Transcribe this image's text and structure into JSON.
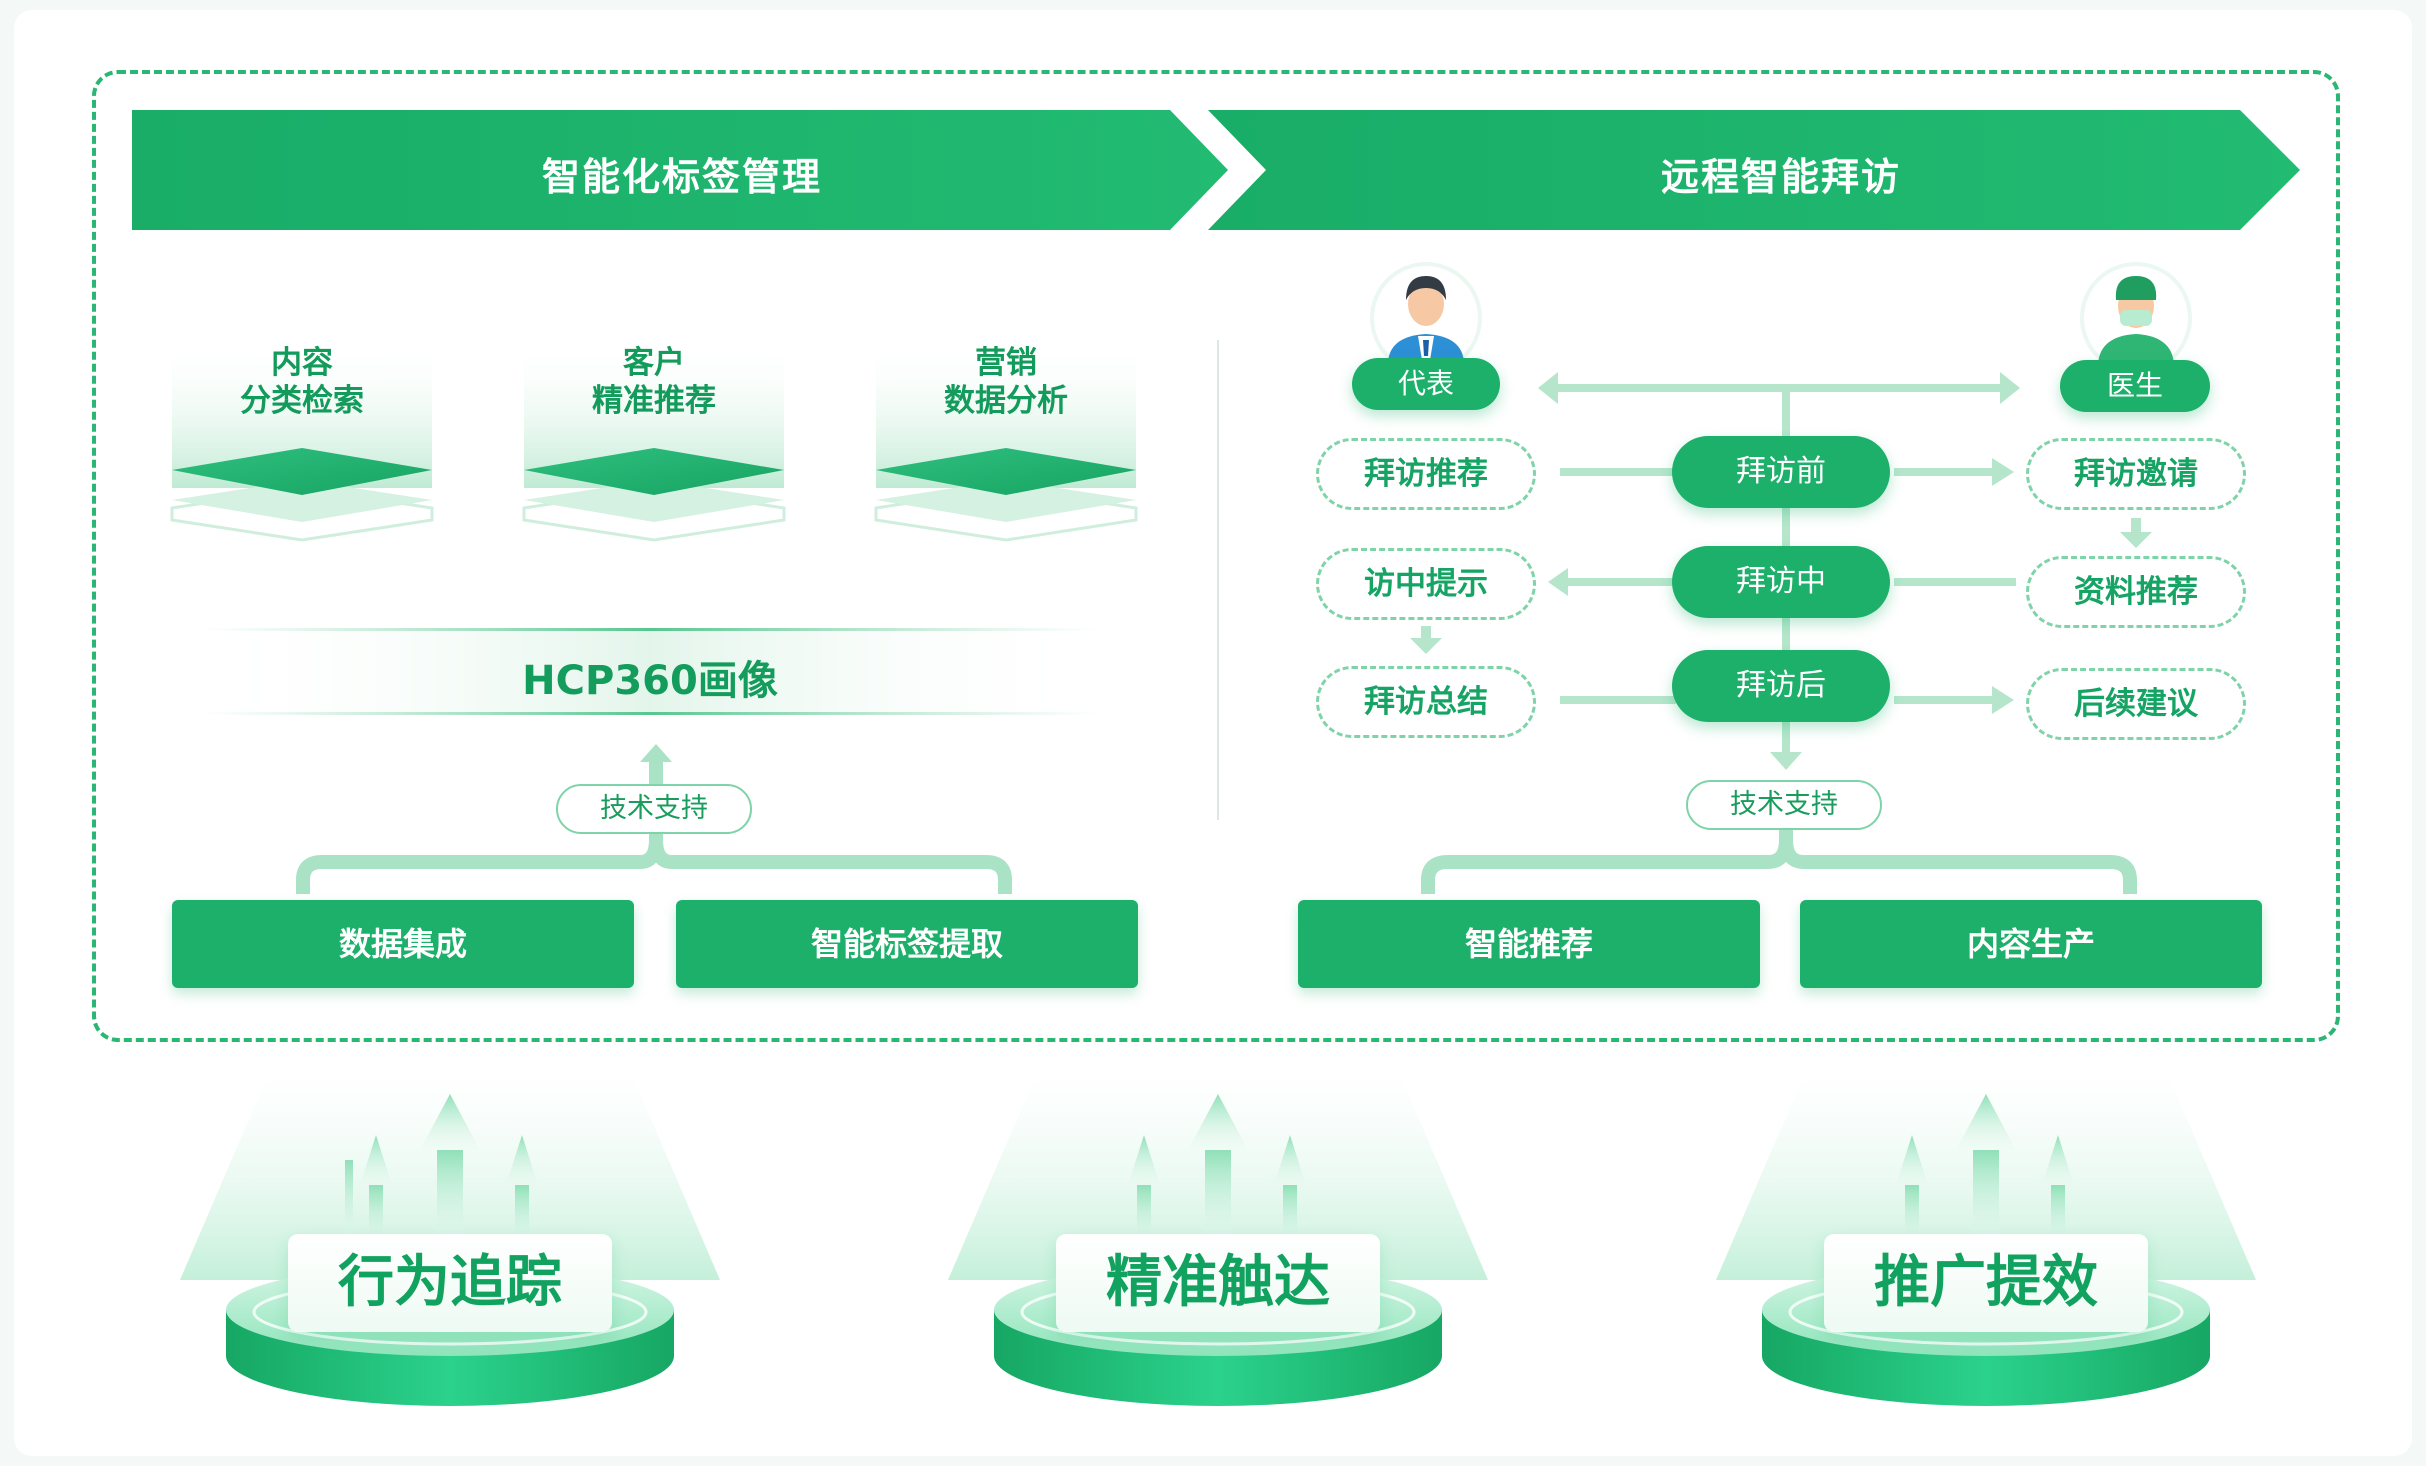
{
  "banners": {
    "left": "智能化标签管理",
    "right": "远程智能拜访"
  },
  "left_panel": {
    "layers": [
      {
        "line1": "内容",
        "line2": "分类检索"
      },
      {
        "line1": "客户",
        "line2": "精准推荐"
      },
      {
        "line1": "营销",
        "line2": "数据分析"
      }
    ],
    "portrait": "HCP360画像",
    "tech_support": "技术支持",
    "base": [
      "数据集成",
      "智能标签提取"
    ]
  },
  "right_panel": {
    "rep": "代表",
    "doctor": "医生",
    "stages": [
      "拜访前",
      "拜访中",
      "拜访后"
    ],
    "left_items": [
      "拜访推荐",
      "访中提示",
      "拜访总结"
    ],
    "right_items": [
      "拜访邀请",
      "资料推荐",
      "后续建议"
    ],
    "tech_support": "技术支持",
    "base": [
      "智能推荐",
      "内容生产"
    ]
  },
  "outcomes": [
    "行为追踪",
    "精准触达",
    "推广提效"
  ],
  "colors": {
    "primary": "#1cb06b",
    "light": "#7fd3a8",
    "text": "#12a260"
  }
}
